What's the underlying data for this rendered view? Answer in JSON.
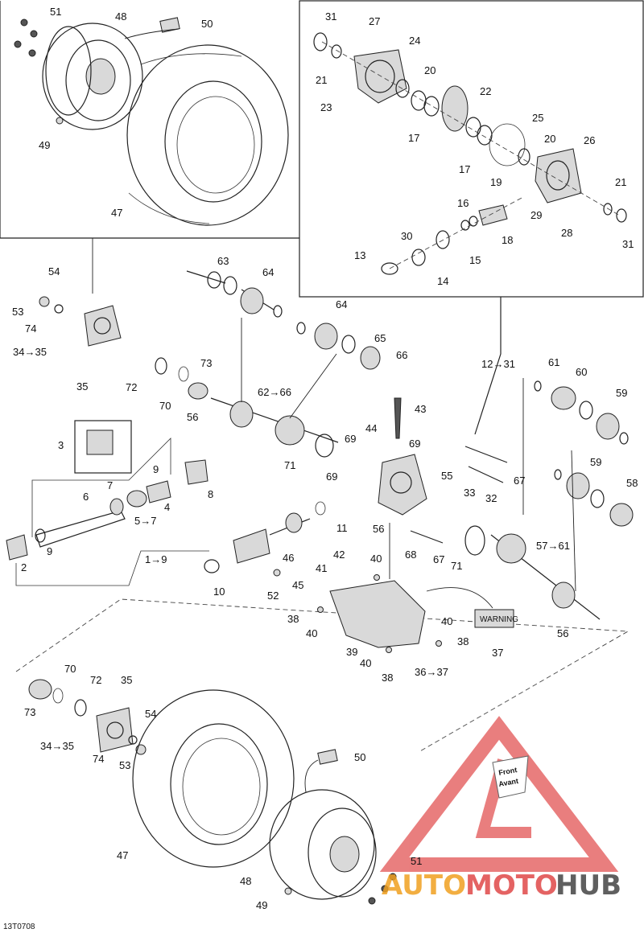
{
  "drawing_code": "13T0708",
  "callouts": {
    "c2": "2",
    "c3": "3",
    "c4": "4",
    "c6": "6",
    "c7": "7",
    "c8": "8",
    "c9a": "9",
    "c9b": "9",
    "c10": "10",
    "c11": "11",
    "c13": "13",
    "c14": "14",
    "c15": "15",
    "c16": "16",
    "c17a": "17",
    "c17b": "17",
    "c18": "18",
    "c19": "19",
    "c20a": "20",
    "c20b": "20",
    "c21a": "21",
    "c21b": "21",
    "c22": "22",
    "c23": "23",
    "c24": "24",
    "c25": "25",
    "c26": "26",
    "c27": "27",
    "c28": "28",
    "c29": "29",
    "c30": "30",
    "c31a": "31",
    "c31b": "31",
    "c32": "32",
    "c33": "33",
    "c35a": "35",
    "c35b": "35",
    "c37": "37",
    "c38a": "38",
    "c38b": "38",
    "c38c": "38",
    "c39": "39",
    "c40a": "40",
    "c40b": "40",
    "c40c": "40",
    "c40d": "40",
    "c41": "41",
    "c42": "42",
    "c43": "43",
    "c44": "44",
    "c45": "45",
    "c47a": "47",
    "c47b": "47",
    "c48a": "48",
    "c48b": "48",
    "c49a": "49",
    "c49b": "49",
    "c50a": "50",
    "c50b": "50",
    "c51a": "51",
    "c51b": "51",
    "c52": "52",
    "c53a": "53",
    "c53b": "53",
    "c54a": "54",
    "c54b": "54",
    "c55": "55",
    "c56a": "56",
    "c56b": "56",
    "c56c": "56",
    "c58": "58",
    "c59a": "59",
    "c59b": "59",
    "c60": "60",
    "c61": "61",
    "c63": "63",
    "c64a": "64",
    "c64b": "64",
    "c65": "65",
    "c66": "66",
    "c67a": "67",
    "c67b": "67",
    "c68": "68",
    "c69a": "69",
    "c69b": "69",
    "c69c": "69",
    "c70a": "70",
    "c70b": "70",
    "c71a": "71",
    "c71b": "71",
    "c72a": "72",
    "c72b": "72",
    "c73a": "73",
    "c73b": "73",
    "c74a": "74",
    "c74b": "74"
  },
  "ranges": {
    "r1_9": "1→9",
    "r5_7": "5→7",
    "r12_31": "12→31",
    "r34_35a": "34→35",
    "r34_35b": "34→35",
    "r36_37": "36→37",
    "r46": "46",
    "r57_61": "57→61",
    "r62_66": "62→66"
  },
  "front_sign": {
    "line1": "Front",
    "line2": "Avant"
  },
  "warning_label": "WARNING",
  "watermark": {
    "part1": "AUTO",
    "part2": "MOTO",
    "part3": "HUB",
    "color1": "#f0a020",
    "color2": "#e04848",
    "color3": "#444444"
  },
  "colors": {
    "ink": "#222222",
    "mark": "#e04848"
  }
}
